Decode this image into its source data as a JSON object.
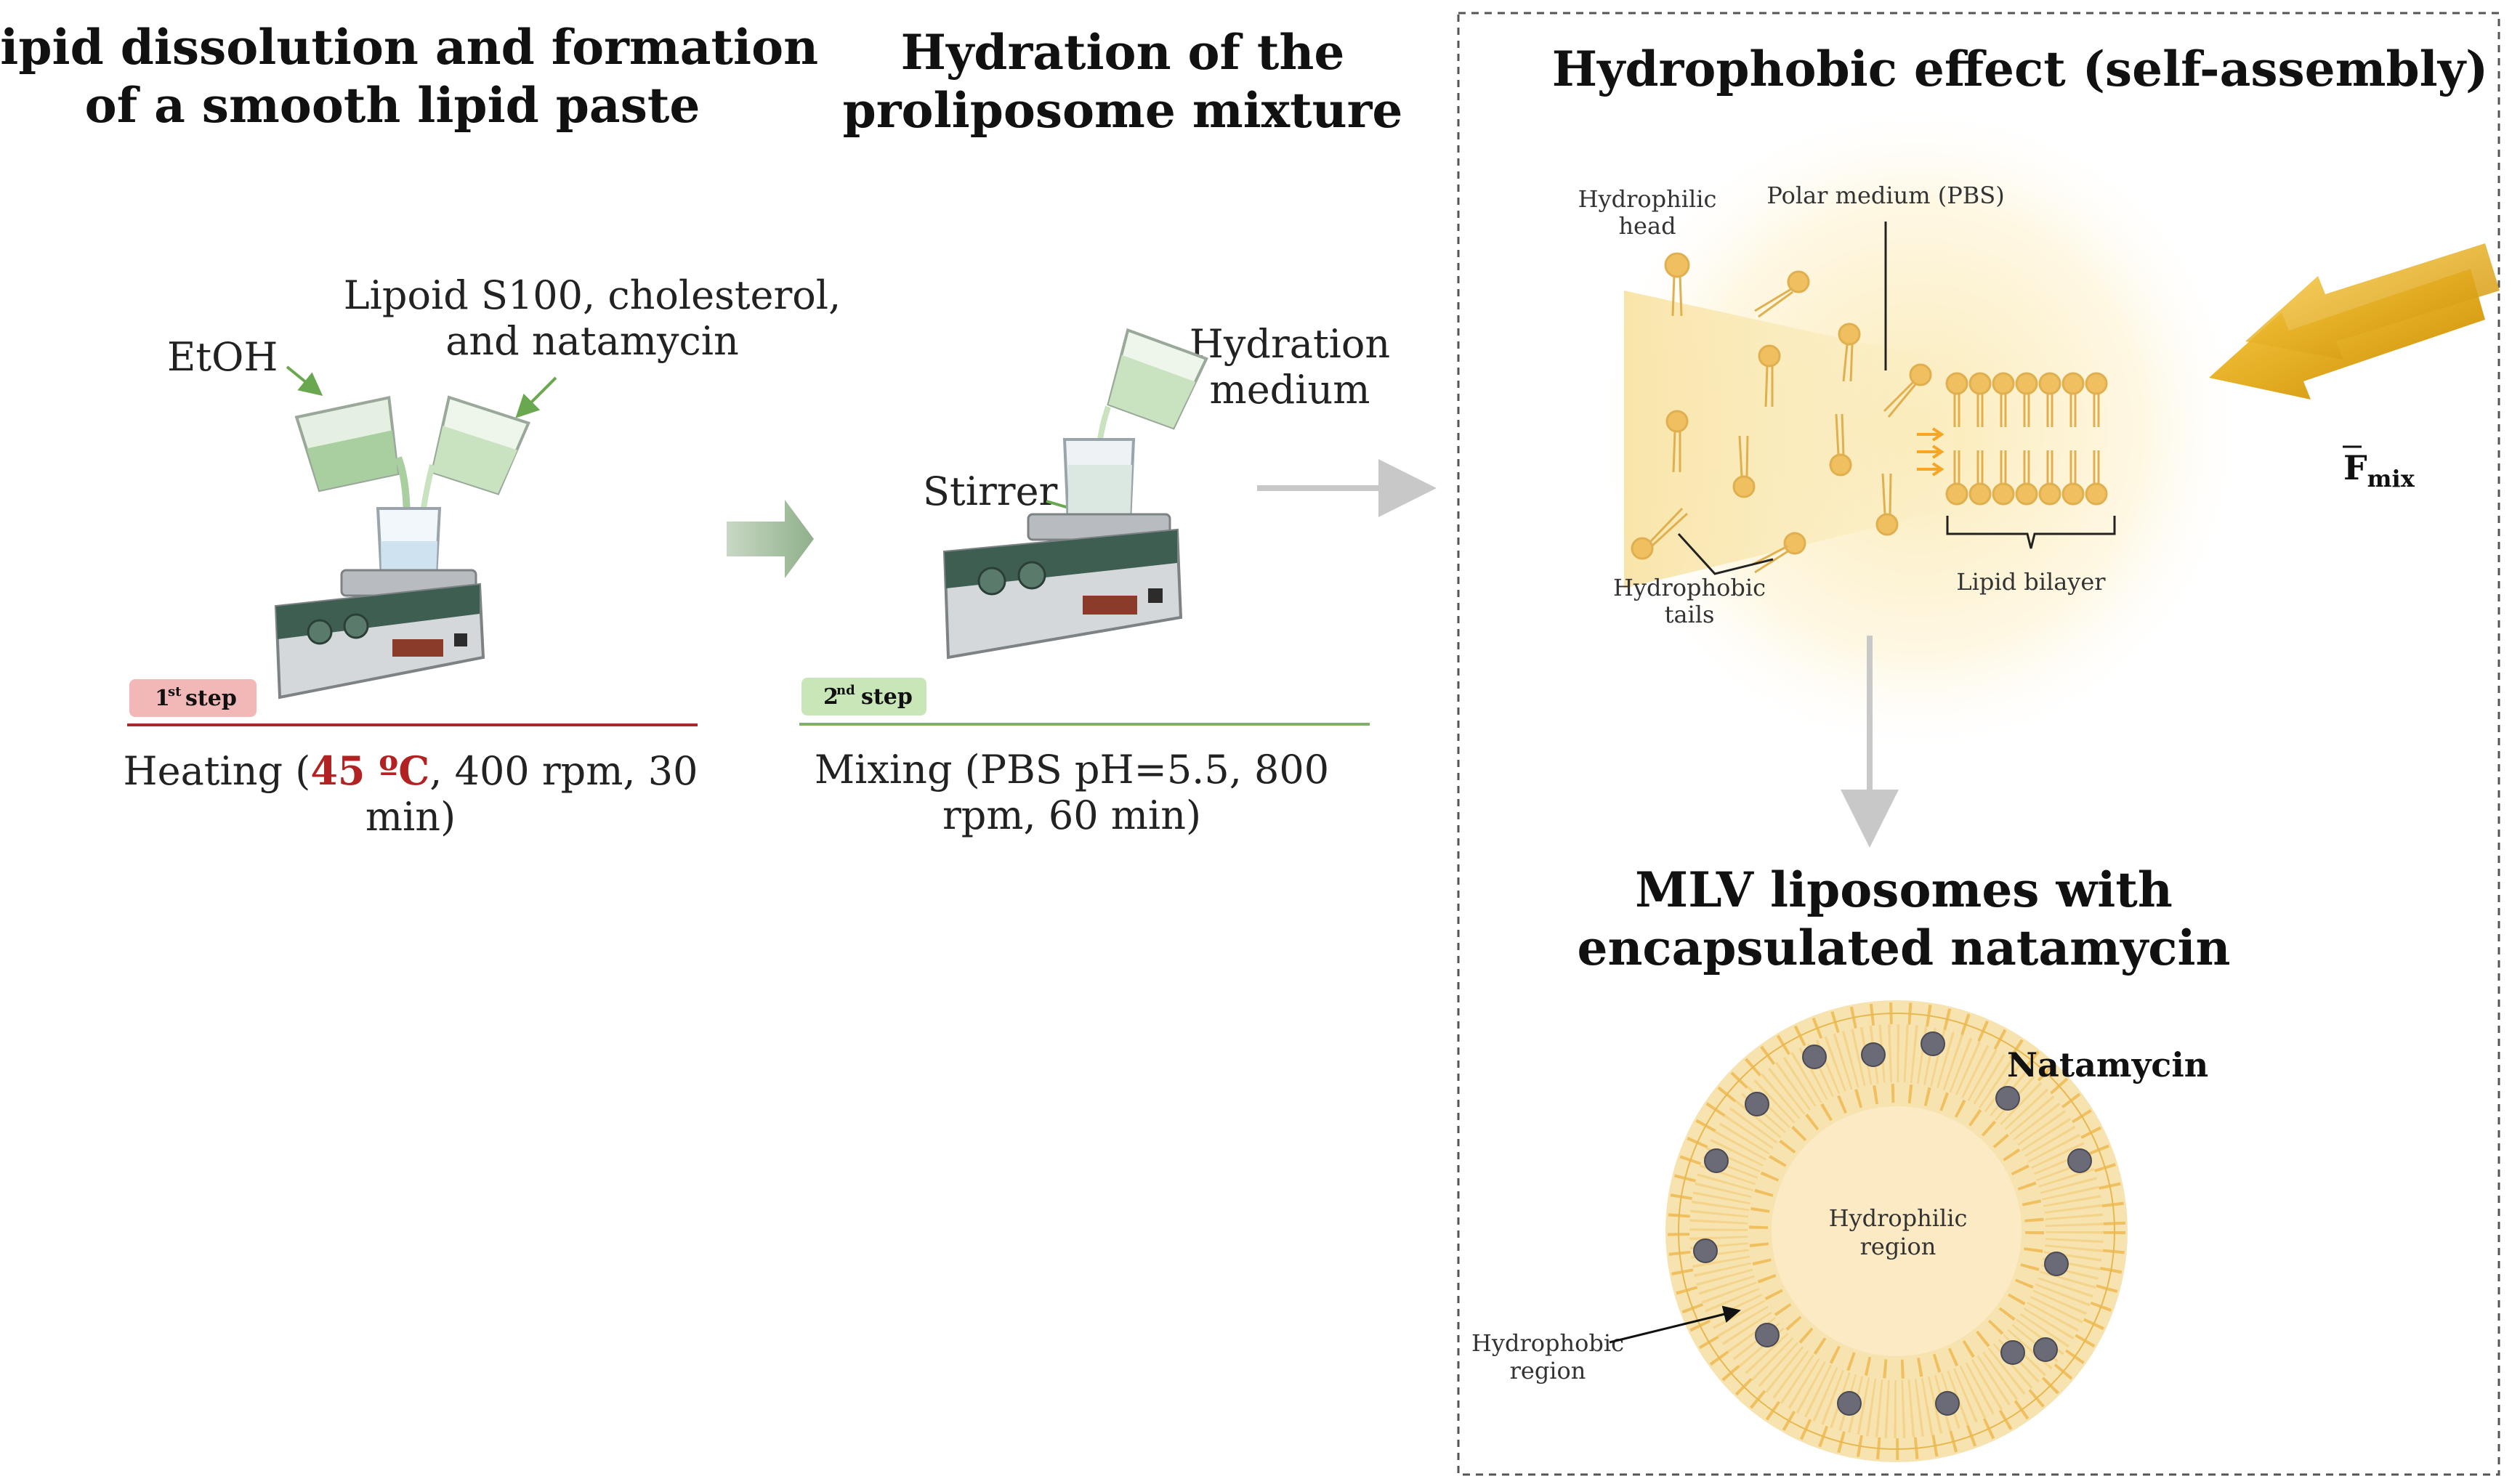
{
  "step1": {
    "title_line1": "Lipid dissolution and formation",
    "title_line2": "of a smooth lipid paste",
    "label_etoh": "EtOH",
    "label_lipoid_line1": "Lipoid S100, cholesterol,",
    "label_lipoid_line2": "and natamycin",
    "step_badge_num": "1",
    "step_badge_sup": "st",
    "step_badge_word": "step",
    "caption_prefix": "Heating (",
    "caption_temp": "45 ºC",
    "caption_rest": ", 400 rpm, 30",
    "caption_line2": "min)",
    "badge_color": "#f2b8b8",
    "line_color": "#a52a2a",
    "temp_color": "#b22222"
  },
  "step2": {
    "title_line1": "Hydration of the",
    "title_line2": "proliposome mixture",
    "label_hydration_line1": "Hydration",
    "label_hydration_line2": "medium",
    "label_stirrer": "Stirrer",
    "step_badge_num": "2",
    "step_badge_sup": "nd",
    "step_badge_word": "step",
    "caption_line1": "Mixing (PBS pH=5.5, 800",
    "caption_line2": "rpm, 60 min)",
    "badge_color": "#c8e6b8",
    "line_color": "#7fb069"
  },
  "panel": {
    "title": "Hydrophobic effect (self-assembly)",
    "label_head_line1": "Hydrophilic",
    "label_head_line2": "head",
    "label_polar": "Polar medium (PBS)",
    "label_tails_line1": "Hydrophobic",
    "label_tails_line2": "tails",
    "label_bilayer": "Lipid bilayer",
    "force_main": "F",
    "force_sub": "mix",
    "mlv_title_line1": "MLV liposomes with",
    "mlv_title_line2": "encapsulated natamycin",
    "label_natamycin": "Natamycin",
    "label_hydrophilic_region_line1": "Hydrophilic",
    "label_hydrophilic_region_line2": "region",
    "label_hydrophobic_region_line1": "Hydrophobic",
    "label_hydrophobic_region_line2": "region",
    "lipid_color": "#f0c060",
    "force_color": "#e0a800"
  }
}
